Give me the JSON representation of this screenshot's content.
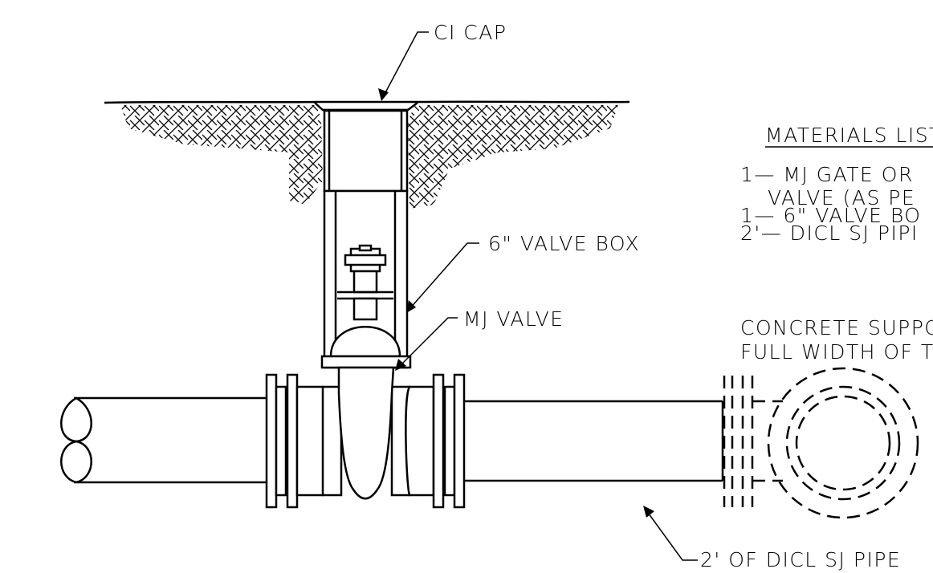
{
  "labels": {
    "ci_cap": "CI CAP",
    "valve_box": "6\" VALVE BOX",
    "mj_valve": "MJ VALVE",
    "pipe": "2' OF DICL SJ PIPE"
  },
  "materials": {
    "title": "MATERIALS LIST",
    "items": [
      "1— MJ GATE OR",
      "VALVE (AS PE",
      "1— 6\" VALVE BO",
      "2'— DICL SJ PIPI"
    ]
  },
  "note": {
    "line1": "CONCRETE SUPPO",
    "line2": "FULL WIDTH OF T"
  }
}
